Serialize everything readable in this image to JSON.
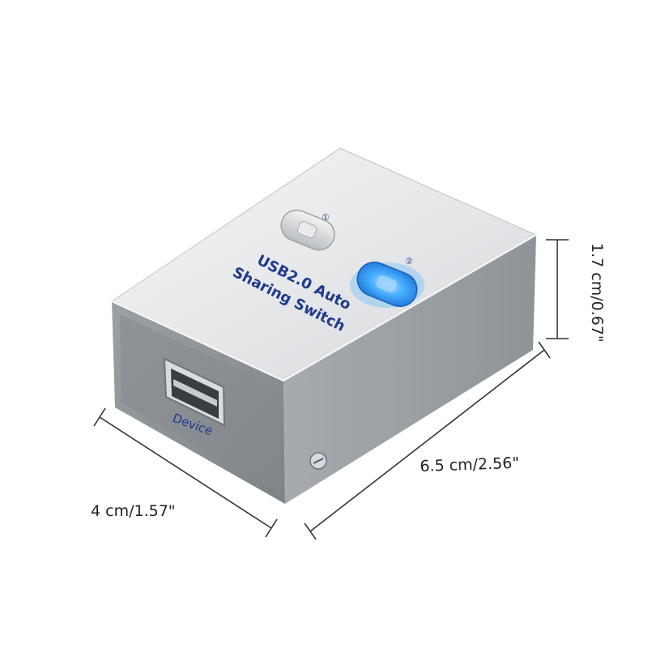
{
  "product": {
    "top_label_line1": "USB2.0 Auto",
    "top_label_line2": "Sharing Switch",
    "port_label": "Device",
    "indicator_1": "①",
    "indicator_2": "②"
  },
  "dimensions": {
    "width": "4 cm/1.57\"",
    "length": "6.5 cm/2.56\"",
    "height": "1.7 cm/0.67\""
  },
  "colors": {
    "body": "#c9ccd0",
    "front": "#8d9297",
    "led_blue": "#3aa0ff",
    "text_blue": "#1f3b8c"
  }
}
